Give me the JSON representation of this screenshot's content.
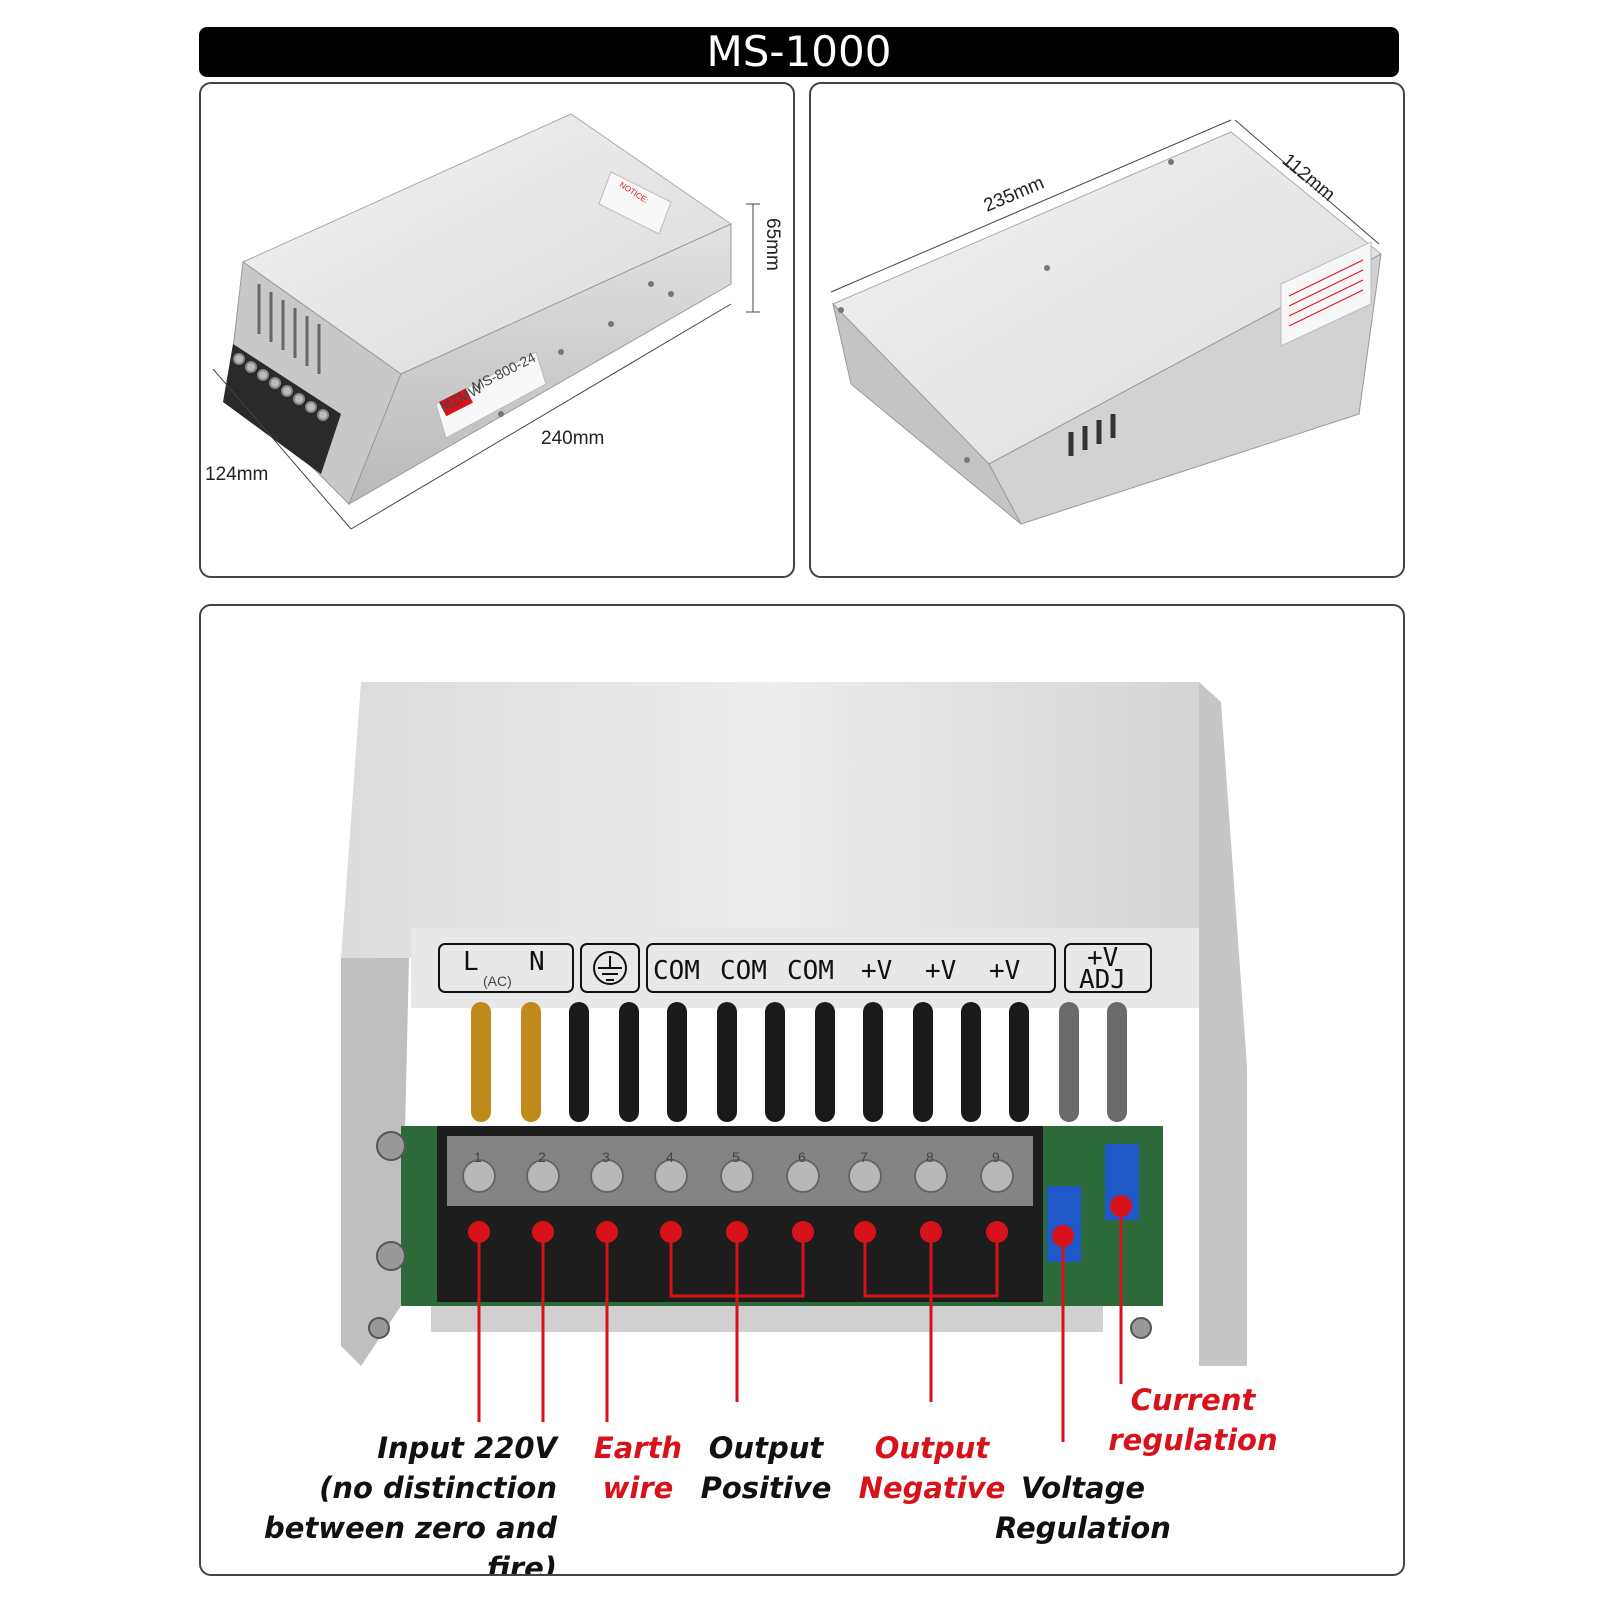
{
  "title": "MS-1000",
  "panel_left": {
    "dims": {
      "depth": "124mm",
      "length": "240mm",
      "height": "65mm"
    },
    "label": {
      "brand": "MZMW",
      "model": "MS-800-24",
      "notice": "NOTICE:"
    }
  },
  "panel_right": {
    "dims": {
      "length": "235mm",
      "width": "112mm"
    }
  },
  "terminal_strip": {
    "input": {
      "l": "L",
      "ac": "(AC)",
      "n": "N"
    },
    "outputs": [
      "COM",
      "COM",
      "COM",
      "+V",
      "+V",
      "+V"
    ],
    "adj": {
      "top": "+V",
      "bottom": "ADJ"
    },
    "terminal_numbers": [
      "1",
      "2",
      "3",
      "4",
      "5",
      "6",
      "7",
      "8",
      "9"
    ]
  },
  "captions": {
    "input": [
      "Input 220V",
      "(no distinction",
      "between zero and fire)"
    ],
    "earth": [
      "Earth",
      "wire"
    ],
    "output_positive": [
      "Output",
      "Positive"
    ],
    "output_negative": [
      "Output",
      "Negative"
    ],
    "voltage": [
      "Voltage",
      "Regulation"
    ],
    "current": [
      "Current",
      "regulation"
    ]
  },
  "colors": {
    "annotation_red": "#d8121b",
    "title_bg": "#000000",
    "pcb_green": "#2d6a3a",
    "pot_blue": "#1f58c8"
  }
}
